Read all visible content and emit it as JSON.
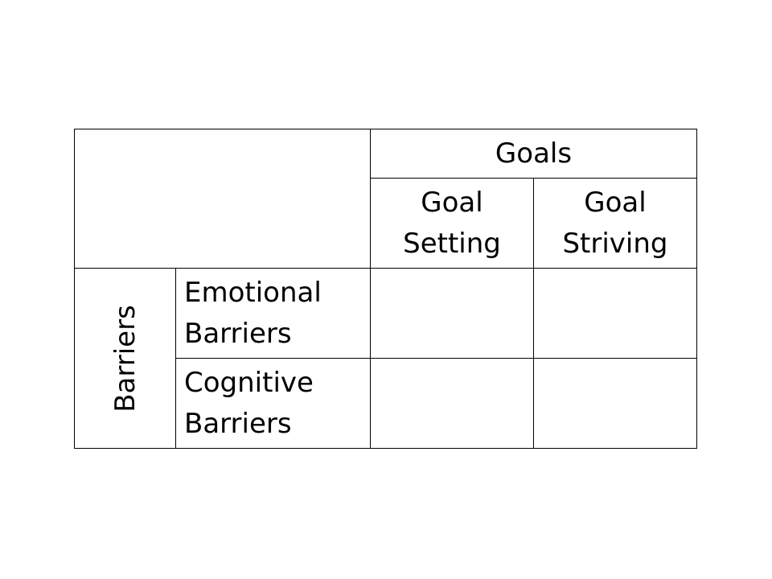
{
  "matrix": {
    "column_group_header": "Goals",
    "columns": [
      {
        "line1": "Goal",
        "line2": "Setting"
      },
      {
        "line1": "Goal",
        "line2": "Striving"
      }
    ],
    "row_group_header": "Barriers",
    "rows": [
      {
        "line1": "Emotional",
        "line2": "Barriers"
      },
      {
        "line1": "Cognitive",
        "line2": "Barriers"
      }
    ]
  }
}
